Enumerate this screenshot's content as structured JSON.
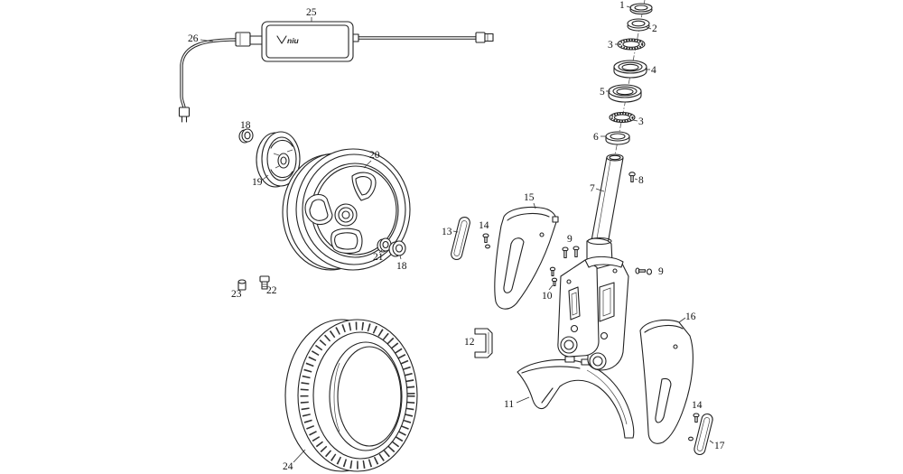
{
  "diagram": {
    "callouts": [
      "1",
      "2",
      "3",
      "4",
      "5",
      "3",
      "6",
      "7",
      "8",
      "9",
      "9",
      "10",
      "11",
      "12",
      "13",
      "14",
      "14",
      "15",
      "16",
      "17",
      "18",
      "18",
      "19",
      "20",
      "21",
      "22",
      "23",
      "24",
      "25",
      "26"
    ],
    "charger_logo": "niu"
  },
  "colors": {
    "line": "#222222",
    "background": "#ffffff"
  }
}
